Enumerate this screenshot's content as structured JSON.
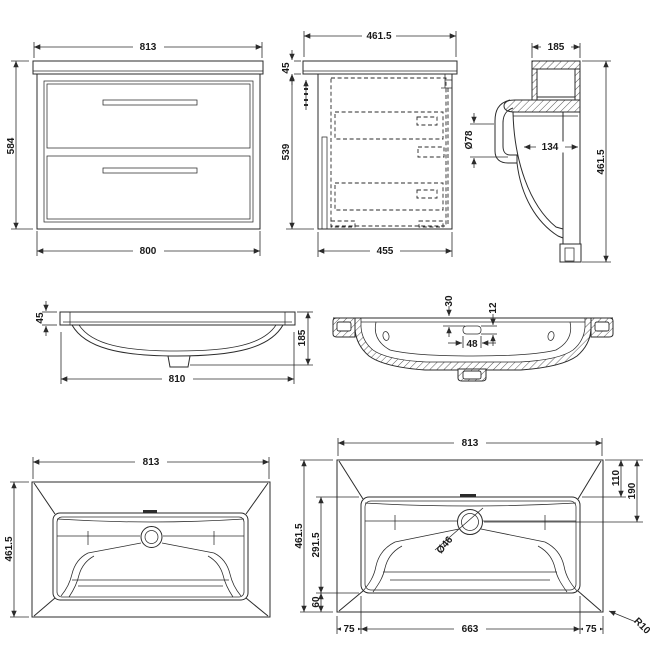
{
  "colors": {
    "line": "#2b2b2b",
    "text": "#1a1a1a",
    "background": "#ffffff"
  },
  "views": {
    "vanity_front": {
      "width_top": "813",
      "height": "584",
      "width_bottom": "800"
    },
    "vanity_side": {
      "depth_top": "461.5",
      "counter_thickness": "45",
      "body_height": "539",
      "depth_bottom": "455"
    },
    "basin_profile": {
      "depth_top": "185",
      "overflow_diameter": "Ø78",
      "inner_depth": "134",
      "height": "461.5"
    },
    "basin_front": {
      "rim_thickness": "45",
      "height": "185",
      "width": "810"
    },
    "basin_section_plan": {
      "slot_offset": "30",
      "slot_height": "12",
      "slot_width": "48"
    },
    "basin_plan": {
      "width": "813",
      "depth": "461.5"
    },
    "basin_plan_dimensioned": {
      "width": "813",
      "rim_inset": "110",
      "tap_centre": "190",
      "depth": "461.5",
      "bowl_depth": "291.5",
      "front_margin": "60",
      "tap_hole_diameter": "Ø46",
      "margin_left": "75",
      "bowl_width": "663",
      "margin_right": "75",
      "corner_radius": "R10"
    }
  }
}
